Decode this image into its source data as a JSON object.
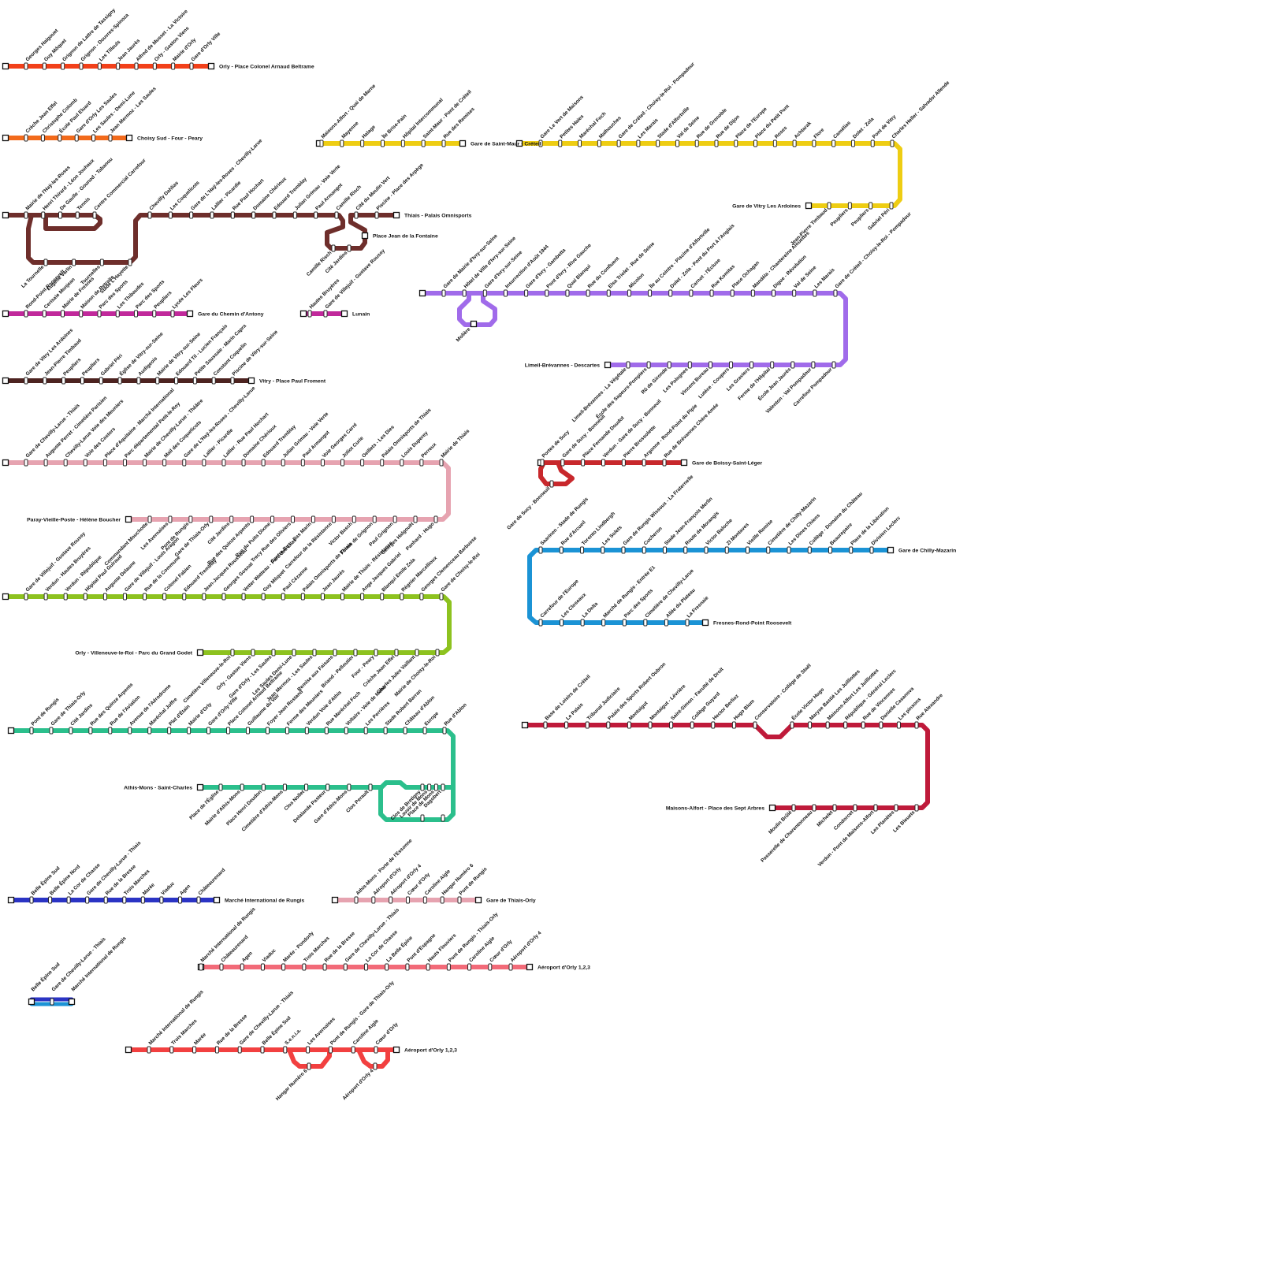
{
  "lines": [
    {
      "id": "red-orly",
      "color": "#f2401a",
      "terminus": "Orly - Place Colonel Arnaud Beltrame",
      "stops": [
        "Georges Halgouet",
        "Guy Môquet",
        "Grignon de Lattre de Tassigny",
        "Grignon - Douvres-Spinoza",
        "Les Tilleuls",
        "Jean Jaurès",
        "Alfred de Musset - La Victoire",
        "Orly - Gaston Viens",
        "Mairie d'Orly",
        "Gare d'Orly Ville"
      ]
    },
    {
      "id": "orange-choisy",
      "color": "#f26a1b",
      "terminus": "Choisy Sud - Four - Peary",
      "stops": [
        "Crèche Jean Effel",
        "Christophe Colomb",
        "École Paul Eluard",
        "Gare d'Orly Les Saules",
        "Les Saules - Demi-Lune",
        "Jean Mermoz - Les Saules"
      ]
    },
    {
      "id": "brown-thiais",
      "color": "#6e2e2b",
      "terminus": "Thiais - Palais Omnisports",
      "branch_terminus": "Place Jean de la Fontaine",
      "stops": [
        "Mairie de l'Haÿ-les-Roses",
        "Henri Thirard - Léon Jouhaux",
        "De Gaulle - Gounod - Tabanou",
        "Tennis",
        "Centre Commercial Carrefour",
        "Chevilly Dahlias",
        "Les Coquelicots",
        "Gare de L'Haÿ-les-Roses - Chevilly-Larue",
        "Lallier - Picardie",
        "Rue Paul Hochart",
        "Domaine Chérioux",
        "Edouard Tremblay",
        "Julian Grimau - Voie Verte",
        "Paul Armangot",
        "Camille Risch",
        "Cité du Moulin Vert",
        "Piscine - Place des Arpège"
      ],
      "loop_stops": [
        "La Tournelle",
        "Eugène Varlin",
        "Tournelles",
        "Stade L'Hayette"
      ],
      "branch_stops": [
        "Camille Risch",
        "Cité Jardins"
      ]
    },
    {
      "id": "magenta-antony",
      "color": "#c1299b",
      "terminus": "Gare du Chemin d'Antony",
      "stops": [
        "Rond-Point Roosevelt",
        "Cerisaie Monjean",
        "Mairie de Fresnes",
        "Maison de Retraite",
        "Parc des Sports",
        "Les Thibaudes",
        "Parc des Sports",
        "Peupliers",
        "Lycée Les Fleurs"
      ]
    },
    {
      "id": "magenta-lunain",
      "color": "#c1299b",
      "terminus": "Lunain",
      "stops": [
        "Hautes Bruyères",
        "Gare de Villejuif - Gustave Roussy"
      ]
    },
    {
      "id": "darkbrown-vitry",
      "color": "#4d2320",
      "terminus": "Vitry - Place Paul Froment",
      "stops": [
        "Gare de Vitry Les Ardoines",
        "Jean-Pierre Timbaud",
        "Peupliers",
        "Peupliers",
        "Gabriel Péri",
        "Église de Vitry-sur-Seine",
        "Audigeois",
        "Mairie de Vitry-sur-Seine",
        "Edouard Til - Lucien Français",
        "Petite Saussaie - Marin Capra",
        "Constant Coquelin",
        "Piscine de Vitry-sur-Seine"
      ]
    },
    {
      "id": "yellow-maisons",
      "color": "#eecd13",
      "terminus": "Gare de Saint-Maur - Créteil",
      "stops": [
        "Maisons-Alfort - Quai de Marne",
        "Mayenne",
        "Halage",
        "Île Brise-Pain",
        "Hôpital Intercommunal",
        "Saint-Maur - Pont de Créteil",
        "Rue des Remises"
      ]
    },
    {
      "id": "yellow-vitry",
      "color": "#eecd13",
      "terminus": "Gare de Vitry Les Ardoines",
      "stops": [
        "Gare Le Vert de Maisons",
        "Petites Haies",
        "Maréchal Foch",
        "Malhouches",
        "Gare de Créteil - Choisy-le-Roi - Pompadour",
        "Les Marais",
        "Stade d'Alfortville",
        "Val de Seine",
        "Rue de Grenoble",
        "Rue de Dijon",
        "Place de l'Europe",
        "Place du Petit Pont",
        "Roses",
        "Achtarak",
        "Flore",
        "Camélias",
        "Dolet - Zola",
        "Pont de Vitry",
        "Charles Heller - Salvador Allende"
      ],
      "return_stops": [
        "Jean-Pierre Timbaud",
        "Peupliers",
        "Peupliers",
        "Gabriel Péri"
      ]
    },
    {
      "id": "purple-limeil",
      "color": "#a06bea",
      "terminus": "Limeil-Brévannes - Descartes",
      "loop_terminus": "Molière",
      "stops": [
        "Gare de Mairie d'Ivry-sur-Seine",
        "Hôtel de Ville d'Ivry-sur-Seine",
        "Gare d'Ivry-sur-Seine",
        "Insurrection d'Août 1944",
        "Gare d'Ivry - Gambetta",
        "Pont d'Ivry - Rive Gauche",
        "Quai Blanqui",
        "Rue du Confluent",
        "Elsa Triolet - Rue de Seine",
        "Micolon",
        "Île au Cointre - Piscine d'Alfortville",
        "Dolet - Zola - Pont du Port à l'Anglais",
        "Carnot - l'Écluse",
        "Rue Komitas",
        "Place Ochagan",
        "Mandéla - Chantereine Alouettes",
        "Digue - Révolution",
        "Val de Seine",
        "Les Marais",
        "Gare de Créteil - Choisy-le-Roi - Pompadour"
      ],
      "return_stops": [
        "Limeil-Brévannes - La Végétale",
        "École des Sapeurs-Pompiers",
        "Rû de Gironde",
        "Les Polognes",
        "Vincent Bureau",
        "Lutèce - Coupers",
        "Les Graviers",
        "Ferme de l'Hôpital",
        "École Jean Jaurès",
        "Valenton - Val Pompadour",
        "Carrefour Pompadour"
      ]
    },
    {
      "id": "pink-paray",
      "color": "#e6a3b0",
      "terminus": "Paray-Vieille-Poste - Hélène Boucher",
      "stops": [
        "Gare de Chevilly-Larue - Thiais",
        "Auguste Perret - Cimetière Parisien",
        "Chevilly-Larue Voie des Meuniers",
        "Voie des Castors",
        "Place d'Aquitaine - Marché International",
        "Parc départemental Petit-le-Roy",
        "Mairie de Chevilly-Larue - Théâtre",
        "Mail des Coquelicots",
        "Gare de L'Haÿ-les-Roses - Chevilly-Larue",
        "Lallier - Picardie",
        "Lallier - Rue Paul Hochart",
        "Domaine Chérioux",
        "Edouard Tremblay",
        "Julian Grimau - Voie Verte",
        "Paul Armangot",
        "Voie Georges Carré",
        "Joliot Curie",
        "Oeillets - Les Dies",
        "Palais Omnisports de Thiais",
        "Louis Duperey",
        "Perreux",
        "Mairie de Thiais"
      ],
      "return_stops": [
        "Commandant Mouchotte",
        "Les Avernaises",
        "Pont de Rungis",
        "Gare de Thiais-Orly",
        "Cité Jardins",
        "Rue des Quinze Arpents",
        "Rue du Puits Dixme",
        "Trecy Rue des Oliviers",
        "Centre Bus - Bas Marin",
        "Carrefour de la Résistance",
        "Victor Basch",
        "Ferme de Grignon",
        "Paul Grignon",
        "Georges Halgouët",
        "Panhard - Hugo"
      ]
    },
    {
      "id": "red-boissy",
      "color": "#c8282c",
      "terminus": "Gare de Boissy-Saint-Léger",
      "stops": [
        "Portes de Sucy",
        "Gare de Sucy - Bonneuil",
        "Place Fernande Doudot",
        "Verdun - Gare de Sucy - Bonneuil",
        "Pierre Brossolette",
        "Argonne - Rond-Point du Pipie",
        "Rue de Brévannes Chère Amée"
      ],
      "loop_stops": [
        "Gare de Sucy - Bonneuil"
      ]
    },
    {
      "id": "green-orly",
      "color": "#8dc21f",
      "terminus": "Orly - Villeneuve-le-Roi - Parc du Grand Godet",
      "stops": [
        "Gare de Villejuif - Gustave Roussy",
        "Verdun - Hautes Bruyères",
        "Verdun - République",
        "Hôpital Paul Guiraud",
        "Auguste Delaune",
        "Gare de Villejuif - Louis Aragon",
        "Rue de la Commune",
        "Colonel Fabien",
        "Edouard Tremblay",
        "Jean-Jacques Rousseau",
        "Georges Gosnat",
        "Vetter Watteau - Parc des Lilas",
        "Guy Môquet",
        "Paul Cézanne",
        "Palais Omnisports de Thiais",
        "Jean Jaurès",
        "Mairie de Thiais - Résistance",
        "Ange Jacques Gabriel",
        "Blanqui Emile Zola",
        "Régnier Marcellioux",
        "Georges Clemenceau Barbusse",
        "Gare de Choisy-le-Roi"
      ],
      "return_stops": [
        "Cimetière Villeneuve-le-Roi",
        "Orly - Gaston Viens",
        "Gare d'Orly - Les Saules",
        "Les Saules Demi-Lune",
        "Jean Mermoz - Les Saules",
        "Remise aux Faisans",
        "Briand - Pelloutier",
        "Four - Peary",
        "Crèche Jean Effel",
        "Charles Jules Vaillant",
        "Mairie de Choisy-le-Roi"
      ]
    },
    {
      "id": "blue-chilly",
      "color": "#1b93d5",
      "terminus": "Gare de Chilly-Mazarin",
      "start_terminus": "Fresnes-Rond-Point Roosevelt",
      "stops": [
        "Saarinen - Stade de Rungis",
        "Rue d'Arcueil",
        "Toronto Lindbergh",
        "Les Solets",
        "Gare de Rungis Wissous - La Fraternelle",
        "Cucheron",
        "Stade Jean-François Merlin",
        "Route de Morangis",
        "Victor Baloche",
        "ZI Montaves",
        "Vieille Remise",
        "Cimetière de Chilly-Mazarin",
        "Les Dines Chiens",
        "Collège - Domaine du Château",
        "Beaurepaire",
        "Place de la Libération",
        "Division Leclerc"
      ],
      "return_stops": [
        "Carrefour de l'Europe",
        "Les Closeaux",
        "La Delta",
        "Marché de Rungis - Entrée E1",
        "Parc des Sports",
        "Cimetière de Chevilly-Larue",
        "Allée du Plateau",
        "La Fresnaie"
      ]
    },
    {
      "id": "teal-athis",
      "color": "#2bbf8c",
      "terminus": "Athis-Mons - Saint-Charles",
      "stops": [
        "Pont de Rungis",
        "Gare de Thiais-Orly",
        "Cité Jardins",
        "Rue des Quinze Arpents",
        "Rue de l'Aviation",
        "Avenue de l'Aérodrome",
        "Maréchal Joffre",
        "Plat d'Étain",
        "Mairie d'Orly",
        "Gare d'Orly-Ville",
        "Place Colonel Arnaud Beltrame",
        "Guillaume du Vair",
        "Foyer Jean Rostand",
        "Ferme des Meuniers",
        "Verdun Voie d'Athis",
        "Rue Maréchal Foch",
        "Voltaire - Voie de Mons",
        "Les Perrières",
        "Stade Robert Barran",
        "Château d'Ablon",
        "Europe",
        "Rue d'Ablon"
      ],
      "return_stops": [
        "Place de l'Église",
        "Mairie d'Athis-Mons",
        "Place Henri Deudon",
        "Cimetière d'Athis-Mons",
        "Clos Nollet",
        "Delalande Pasteur",
        "Gare d'Athis-Mons",
        "Clos Perault",
        "Clos de Bretigny",
        "Lavoir de Mons",
        "Place de Mons",
        "Dagobert"
      ]
    },
    {
      "id": "crimson-maisons",
      "color": "#bf1a3a",
      "terminus": "Maisons-Alfort - Place des Sept Arbres",
      "stops": [
        "Base de Loisirs de Créteil",
        "Le Palais",
        "Tribunal Judiciaire",
        "Palais des Sports Robert Oubron",
        "Montaigut",
        "Montaigut - Lévrière",
        "Saint-Simon - Faculté de Droit",
        "Collège Guyard",
        "Hector Berlioz",
        "Hugo Blum",
        "Conservatoire - Collège de Staël",
        "École Victor Hugo",
        "Maryse Bastié Les Juilliottes",
        "Maisons-Alfort Les Juilliottes",
        "République - Général Leclerc",
        "Rue de Vincennes",
        "Danielle Casanova",
        "Les pinsons",
        "Rue Alexandre"
      ],
      "return_stops": [
        "Moulin Brûlé",
        "Passerelle de Charentonneau",
        "Michelet",
        "Condorcet",
        "Verdun - Pont de Maisons-Alfort",
        "Les Planètes",
        "Les Bleuets"
      ]
    },
    {
      "id": "navy-rungis",
      "color": "#2b34c4",
      "terminus": "Marché International de Rungis",
      "stops": [
        "Belle Épine Sud",
        "Belle Épine Nord",
        "La Cor de Chasse",
        "Gare de Chevilly-Larue - Thiais",
        "Rue de la Bresse",
        "Trois Marches",
        "Marée",
        "Viaduc",
        "Agen",
        "Châteaurenard"
      ]
    },
    {
      "id": "rose-thiais",
      "color": "#e6a3b0",
      "terminus": "Gare de Thiais-Orly",
      "stops": [
        "Athis-Mons - Porte de l'Essonne",
        "Aéroport d'Orly",
        "Aéroport d'Orly 4",
        "Cœur d'Orly",
        "Caroline Aigle",
        "Hangar Numéro 6",
        "Pont de Rungis"
      ]
    },
    {
      "id": "coral-orly",
      "color": "#f26a78",
      "terminus": "Aéroport d'Orly 1,2,3",
      "stops": [
        "Marché International de Rungis",
        "Châteaurenard",
        "Agen",
        "Viaduc",
        "Marée - Pondorly",
        "Trois Marches",
        "Rue de la Bresse",
        "Gare de Chevilly-Larue - Thiais",
        "La Cor de Chasse",
        "La Belle Épine",
        "Pont d'Espagne",
        "Hauts Flouviers",
        "Pont de Rungis - Thiais-Orly",
        "Caroline Aigle",
        "Cœur d'Orly",
        "Aéroport d'Orly 4"
      ]
    },
    {
      "id": "bicolor-shuttle",
      "color": "#2b34c4",
      "color2": "#1b93d5",
      "stops": [
        "Belle Épine Sud",
        "Gare de Chevilly-Larue - Thiais",
        "Marché International de Rungis"
      ]
    },
    {
      "id": "tomato-orly",
      "color": "#f24040",
      "terminus": "Aéroport d'Orly 1,2,3",
      "stops": [
        "Marché International de Rungis",
        "Trois Marches",
        "Marée",
        "Rue de la Bresse",
        "Gare de Chevilly-Larue - Thiais",
        "Belle Épine Sud",
        "S.e.n.i.a.",
        "Les Avernaises",
        "Pont de Rungis - Gare de Thiais-Orly",
        "Caroline Aigle",
        "Cœur d'Orly"
      ],
      "loop_stops": [
        "Hangar Numéro 6",
        "Aéroport d'Orly 4"
      ]
    }
  ]
}
